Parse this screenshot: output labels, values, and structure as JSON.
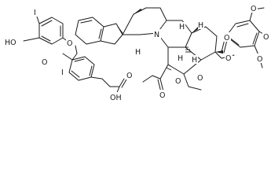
{
  "molecule": {
    "atom_labels": {
      "iodine_top": "I",
      "hydroxyl": "HO",
      "ether_oxygen_upper": "O",
      "ether_oxygen_lower": "O",
      "iodine_lower": "I",
      "carboxylic_acid": "OH",
      "carboxyl_oxygen": "O",
      "ring_nitrogen": "N",
      "h_upper_left": "H",
      "h_upper_right": "H",
      "h_middle": "H",
      "h_lower_left": "H",
      "h_lower_right": "H",
      "ester_oxygen": "O",
      "ester_carbonyl_oxygen": "O",
      "methoxy_top": "O",
      "methoxy_para": "O",
      "methoxy_bottom": "O",
      "ring_methoxy": "O",
      "methyl_ester_carbonyl": "O",
      "methyl_ester_oxygen": "O"
    }
  }
}
